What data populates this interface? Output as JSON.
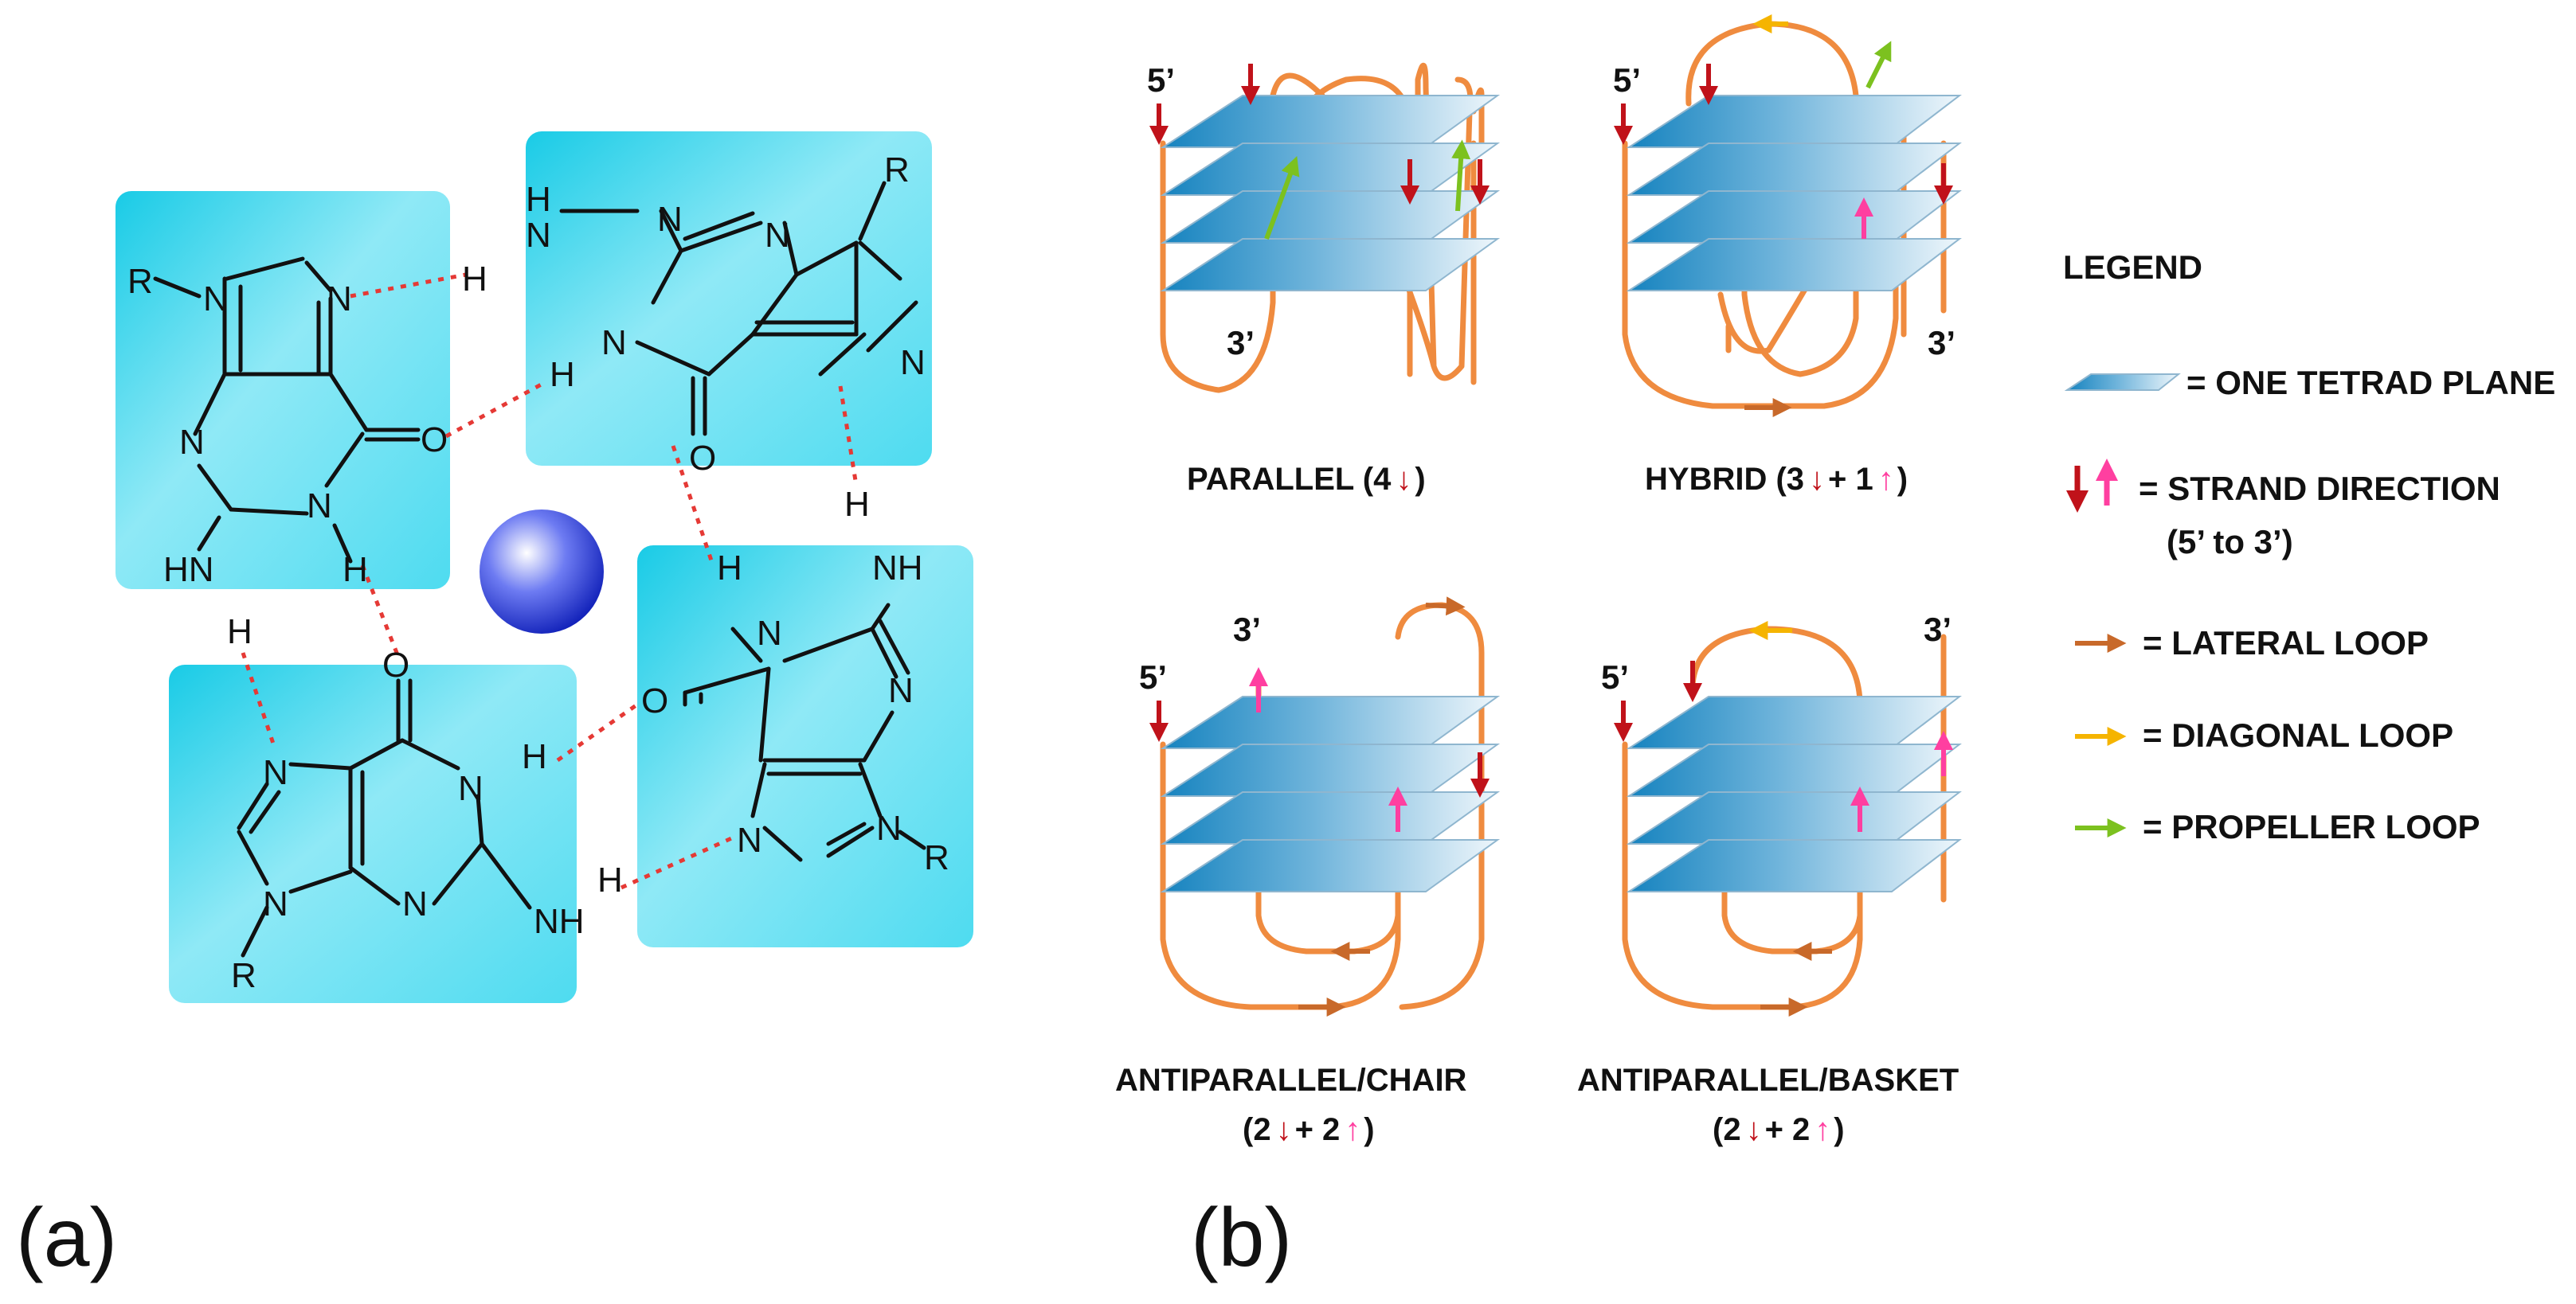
{
  "panel_a": {
    "letter": "(a)",
    "atoms": {
      "N": "N",
      "H": "H",
      "O": "O",
      "R": "R",
      "NH": "NH",
      "NH_alt": "HN"
    }
  },
  "panel_b": {
    "letter": "(b)",
    "labels": {
      "five_prime": "5’",
      "three_prime": "3’"
    },
    "topologies": [
      {
        "name": "PARALLEL (4",
        "close": ")",
        "down_count": "4"
      },
      {
        "name": "HYBRID (3",
        "mid": "+ 1",
        "close": ")"
      },
      {
        "name": "ANTIPARALLEL/CHAIR",
        "counts": "(2",
        "mid": "+ 2",
        "close": ")"
      },
      {
        "name": "ANTIPARALLEL/BASKET",
        "counts": "(2",
        "mid": "+ 2",
        "close": ")"
      }
    ],
    "legend": {
      "title": "LEGEND",
      "items": [
        {
          "label": "= ONE TETRAD PLANE",
          "icon": "tetrad-plane-icon"
        },
        {
          "label": "= STRAND DIRECTION",
          "sub": "(5’ to 3’)",
          "icon": "strand-direction-arrows-icon"
        },
        {
          "label": "= LATERAL LOOP",
          "icon": "lateral-loop-arrow-icon",
          "color": "#c8692a"
        },
        {
          "label": "= DIAGONAL LOOP",
          "icon": "diagonal-loop-arrow-icon",
          "color": "#f5b400"
        },
        {
          "label": "= PROPELLER LOOP",
          "icon": "propeller-loop-arrow-icon",
          "color": "#7cc11f"
        }
      ]
    }
  },
  "colors": {
    "base_box": "#2bd4ec",
    "sphere": "#1626c8",
    "hbond": "#e53935",
    "loop": "#ef8b3f",
    "plane": "#1a7db3",
    "down_arrow": "#c0121a",
    "up_arrow": "#ff3fa0"
  }
}
